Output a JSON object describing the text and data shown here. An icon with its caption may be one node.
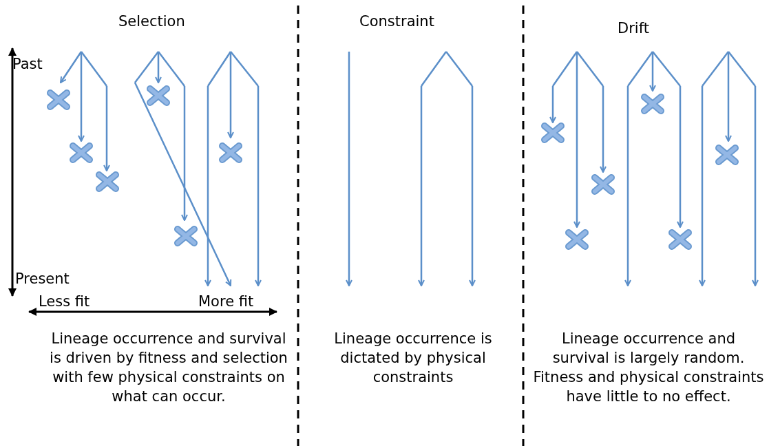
{
  "diagram": {
    "labels": [
      "Selection",
      "Constraint",
      "Drift",
      "Past",
      "Present",
      "Less fit",
      "More fit",
      "Lineage occurrence and survival is driven by fitness and selection with few physical constraints on what can occur.",
      "Lineage occurrence is dictated by physical constraints",
      "Lineage occurrence and survival is largely random. Fitness and physical constraints have little to no effect."
    ]
  }
}
